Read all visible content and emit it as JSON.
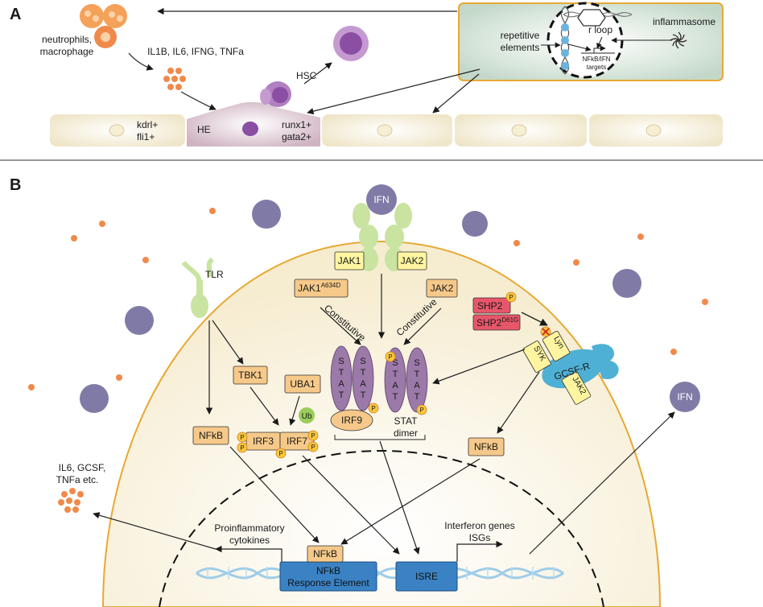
{
  "panel_a": {
    "letter": "A",
    "neutrophils_line1": "neutrophils,",
    "neutrophils_line2": "macrophage",
    "cytokines_a": "IL1B, IL6, IFNG, TNFa",
    "hsc": "HSC",
    "he": "HE",
    "kdrl": "kdrl+",
    "fli1": "fli1+",
    "runx1": "runx1+",
    "gata2": "gata2+",
    "repetitive_line1": "repetitive",
    "repetitive_line2": "elements",
    "r_loop": "r loop",
    "inflammasome": "inflammasome",
    "targets_line1": "NFkB/IFN",
    "targets_line2": "targets"
  },
  "panel_b": {
    "letter": "B",
    "ifn_top": "IFN",
    "ifn_right": "IFN",
    "tlr": "TLR",
    "jak1": "JAK1",
    "jak2": "JAK2",
    "jak1_mut": "JAK1",
    "jak1_mut_sup": "A634D",
    "jak2_b": "JAK2",
    "constitutive_left": "Constitutive",
    "constitutive_right": "Constitutive",
    "shp2": "SHP2",
    "shp2_mut": "SHP2",
    "shp2_mut_sup": "D61G",
    "p": "P",
    "lyn": "Lyn",
    "syk": "SYK",
    "gcsfr": "GCSF-R",
    "jak2_r": "JAK2",
    "tbk1": "TBK1",
    "uba1": "UBA1",
    "ub": "Ub",
    "nfkb_left": "NFkB",
    "irf3": "IRF3",
    "irf7": "IRF7",
    "irf9": "IRF9",
    "stat_dimer_line1": "STAT",
    "stat_dimer_line2": "dimer",
    "stat_letters": [
      "S",
      "T",
      "A",
      "T"
    ],
    "nfkb_right": "NFkB",
    "il6_line1": "IL6, GCSF,",
    "il6_line2": "TNFa etc.",
    "proinfl_line1": "Proinflammatory",
    "proinfl_line2": "cytokines",
    "interferon_line1": "Interferon genes",
    "interferon_line2": "ISGs",
    "nfkb_dna": "NFkB",
    "nfkb_re_line1": "NFkB",
    "nfkb_re_line2": "Response Element",
    "isre": "ISRE"
  },
  "colors": {
    "orange_dot": "#f08a4b",
    "purple_dot": "#807ba6",
    "cell_membrane": "#e8a935",
    "cell_fill": "#fbf3dc",
    "stat": "#9b79a8",
    "jak_yellow": "#fff5a0",
    "orange_box": "#f6c98a",
    "shp2_red": "#e8566a",
    "receptor_blue": "#4fb0d5",
    "dna_blue": "#3a82c4",
    "tlr_green": "#c9e3a1",
    "he_pink": "#d3b9c7",
    "vessel": "#f1ead2",
    "inset_green": "#c4d8c9"
  },
  "icons": [
    "double-helix-icon",
    "inflammasome-spiral-icon",
    "phosphate-badge-icon",
    "x-mark-icon",
    "arrow-icon"
  ]
}
